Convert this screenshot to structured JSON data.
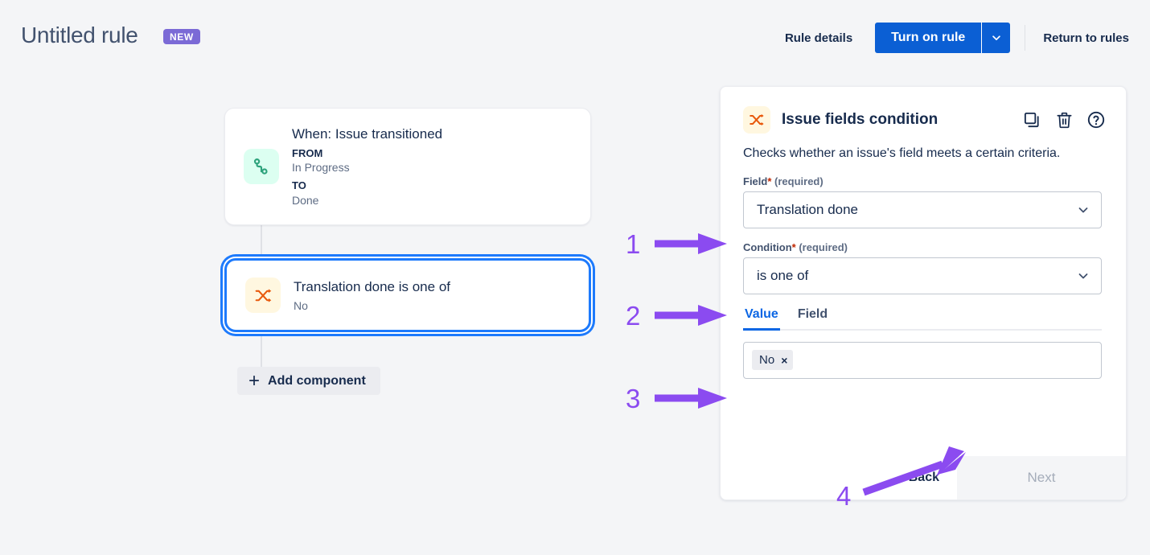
{
  "header": {
    "rule_title": "Untitled rule",
    "new_badge": "NEW",
    "rule_details_label": "Rule details",
    "turn_on_label": "Turn on rule",
    "return_label": "Return to rules"
  },
  "flow": {
    "trigger_card": {
      "title": "When: Issue transitioned",
      "from_label": "FROM",
      "from_value": "In Progress",
      "to_label": "TO",
      "to_value": "Done"
    },
    "condition_card": {
      "title": "Translation done is one of",
      "subtitle": "No"
    },
    "add_component_label": "Add component"
  },
  "panel": {
    "title": "Issue fields condition",
    "description": "Checks whether an issue's field meets a certain criteria.",
    "field_label": "Field",
    "condition_label": "Condition",
    "required_star": "*",
    "required_text": "(required)",
    "field_value": "Translation done",
    "condition_value": "is one of",
    "tabs": [
      {
        "label": "Value",
        "active": true
      },
      {
        "label": "Field",
        "active": false
      }
    ],
    "value_chip": "No",
    "chip_remove": "×",
    "back_label": "Back",
    "next_label": "Next",
    "actions": [
      {
        "name": "duplicate-icon"
      },
      {
        "name": "delete-icon"
      },
      {
        "name": "help-icon"
      }
    ]
  },
  "annotations": {
    "one": "1",
    "two": "2",
    "three": "3",
    "four": "4",
    "color": "#8B4BF0"
  },
  "colors": {
    "background": "#F4F5F7",
    "primary_blue": "#0B5FD4",
    "selection_blue": "#1D7AFC",
    "badge_purple": "#7B6AD6",
    "trigger_icon_bg": "#DCFFF1",
    "trigger_icon_fg": "#2EA37C",
    "condition_icon_bg": "#FFF7E0",
    "condition_icon_fg": "#E8590C",
    "annotation_purple": "#8B4BF0"
  }
}
